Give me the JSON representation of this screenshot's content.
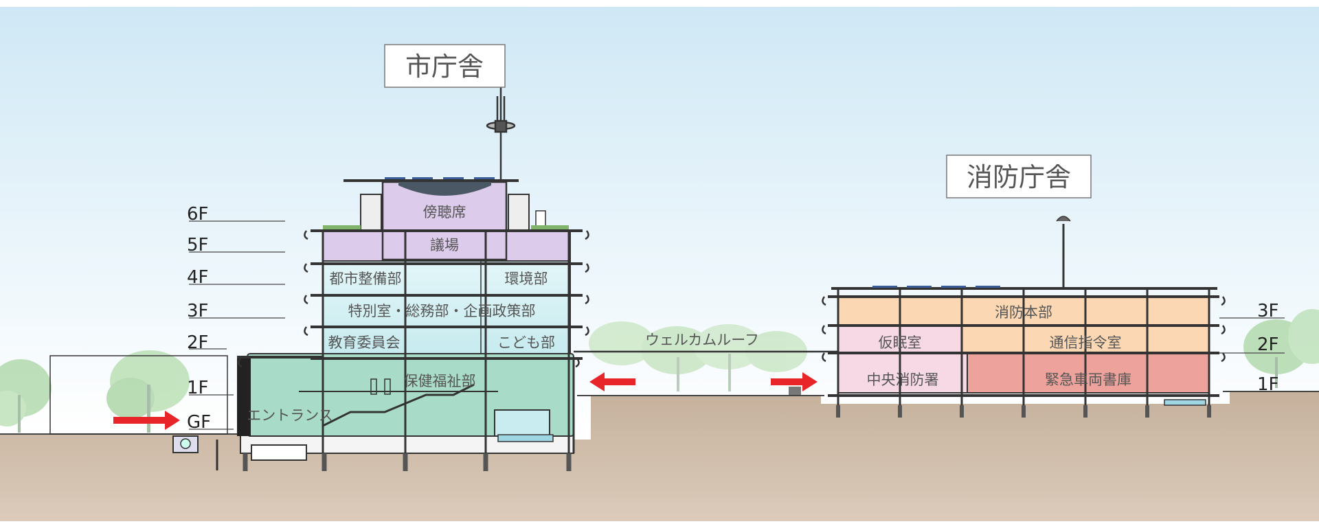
{
  "titles": {
    "city_hall": "市庁舎",
    "fire_station": "消防庁舎"
  },
  "city_hall_floors": {
    "6F": "6F",
    "5F": "5F",
    "4F": "4F",
    "3F": "3F",
    "2F": "2F",
    "1F": "1F",
    "GF": "GF"
  },
  "fire_station_floors": {
    "3F": "3F",
    "2F": "2F",
    "1F": "1F"
  },
  "city_hall_rooms": {
    "gallery": "傍聴席",
    "assembly": "議場",
    "urban_dev": "都市整備部",
    "environment": "環境部",
    "general_affairs": "特別室・総務部・企画政策部",
    "education": "教育委員会",
    "children": "こども部",
    "welfare": "保健福祉部",
    "entrance": "エントランス"
  },
  "fire_station_rooms": {
    "hq": "消防本部",
    "nap_room": "仮眠室",
    "command": "通信指令室",
    "central": "中央消防署",
    "garage": "緊急車両書庫"
  },
  "welcome_roof": "ウェルカムルーフ",
  "colors": {
    "sky_top": "#d6ecf8",
    "ground": "#cbbaa8",
    "assembly_purple": "#dccbea",
    "office_cyan": "#cfeef2",
    "welfare_green": "#a8dcc8",
    "fire_orange": "#fbd7b4",
    "fire_pink": "#f7d9e6",
    "garage_red": "#eda39c",
    "arrow_red": "#e8262a"
  }
}
